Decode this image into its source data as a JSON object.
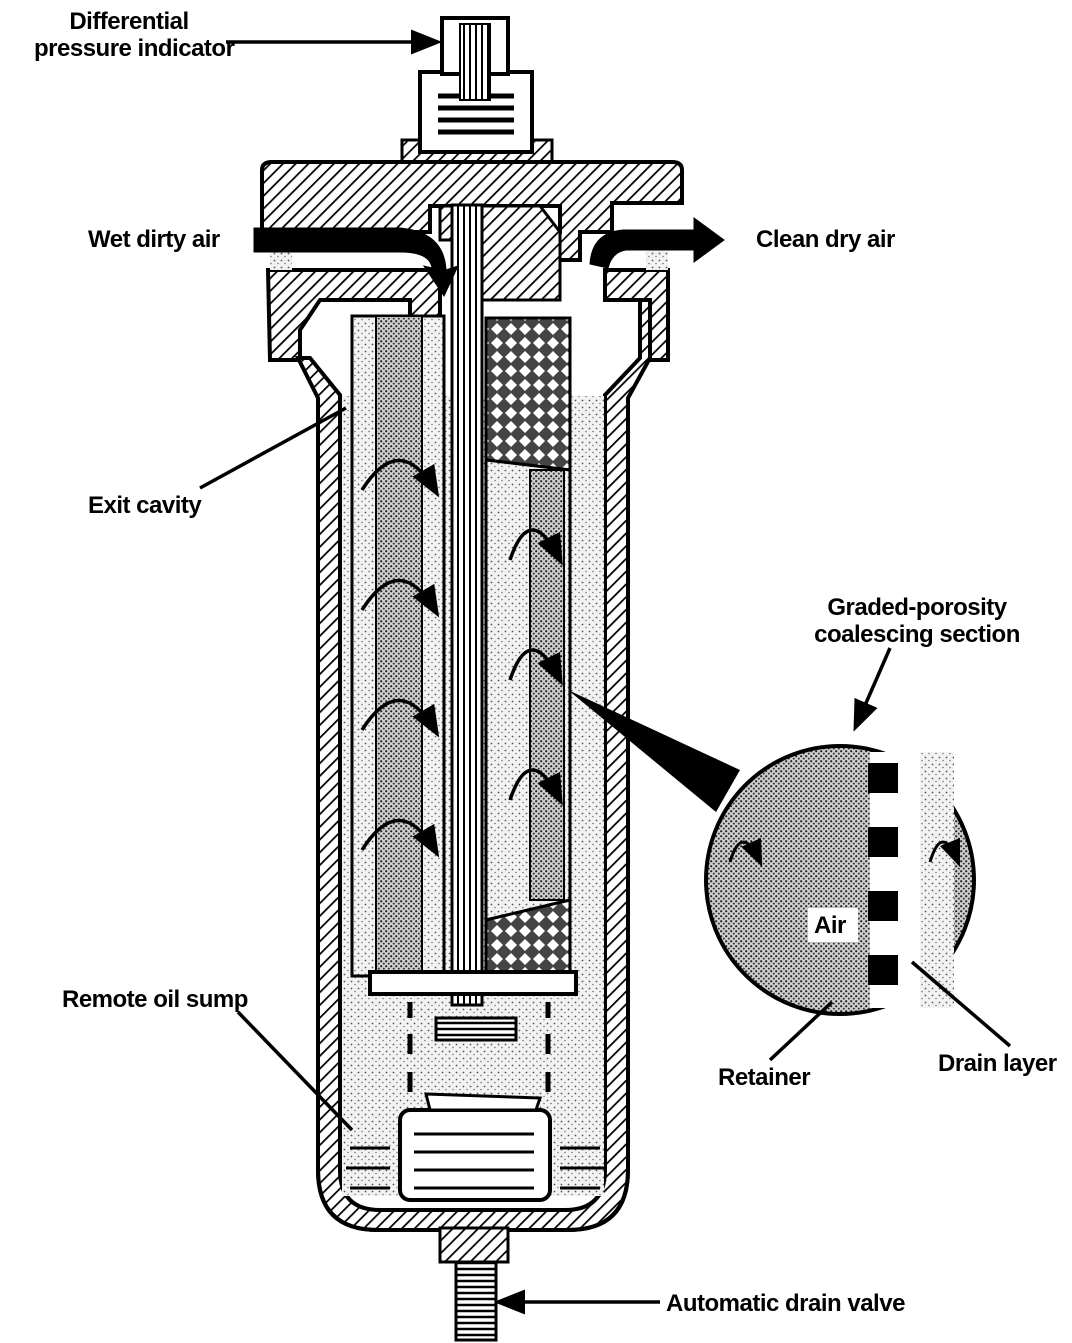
{
  "labels": {
    "differential_pressure_indicator": [
      "Differential",
      "pressure indicator"
    ],
    "wet_dirty_air": "Wet dirty air",
    "clean_dry_air": "Clean dry air",
    "exit_cavity": "Exit cavity",
    "graded_porosity": [
      "Graded-porosity",
      "coalescing section"
    ],
    "air": "Air",
    "remote_oil_sump": "Remote oil sump",
    "retainer": "Retainer",
    "drain_layer": "Drain layer",
    "automatic_drain_valve": "Automatic drain valve"
  },
  "colors": {
    "ink": "#000000",
    "paper": "#ffffff",
    "stipple": "#9a9a9a"
  }
}
